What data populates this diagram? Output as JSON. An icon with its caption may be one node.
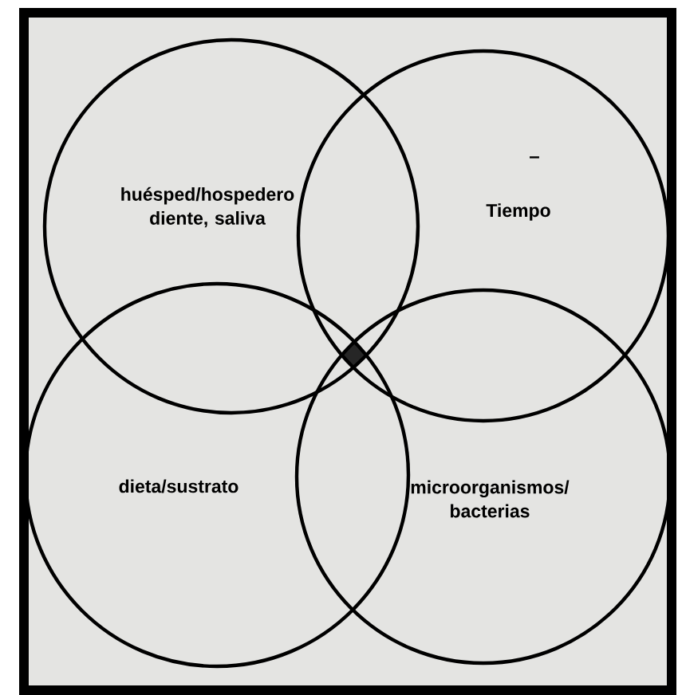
{
  "diagram": {
    "nodes": [
      {
        "text": [
          "huésped/hospedero diente, saliva"
        ]
      },
      {
        "text": [
          "Tiempo"
        ]
      },
      {
        "text": [
          "dieta/sustrato"
        ]
      },
      {
        "text": [
          "microorganismos/ bacterias"
        ]
      }
    ],
    "labels": [
      "–"
    ]
  }
}
